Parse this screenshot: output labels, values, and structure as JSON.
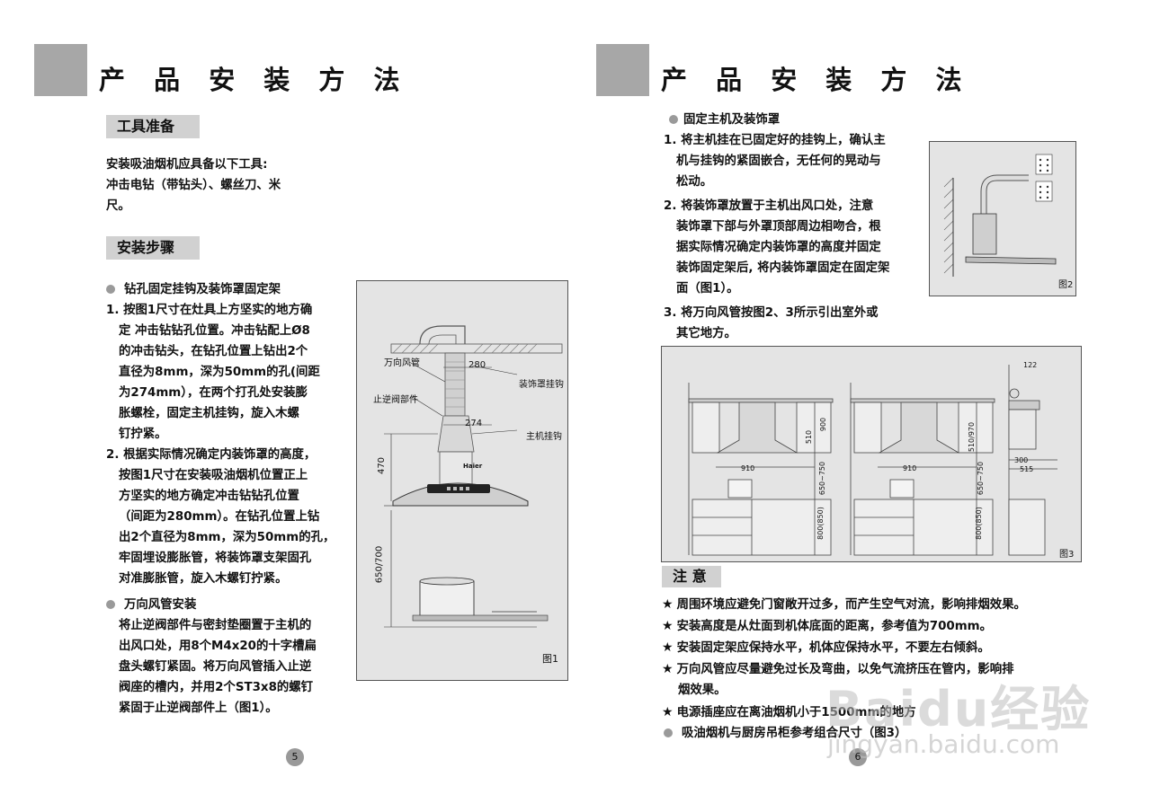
{
  "page_left": {
    "title": "产 品 安 装 方 法",
    "tools": {
      "heading": "工具准备",
      "lines": [
        "安装吸油烟机应具备以下工具:",
        "冲击电钻（带钻头）、螺丝刀、米",
        "尺。"
      ]
    },
    "steps": {
      "heading": "安装步骤",
      "sub1_title": "钻孔固定挂钩及装饰罩固定架",
      "sub1_lines": [
        "1. 按图1尺寸在灶具上方坚实的地方确",
        "定 冲击钻钻孔位置。冲击钻配上Ø8",
        "的冲击钻头，在钻孔位置上钻出2个",
        "直径为8mm，深为50mm的孔(间距",
        "为274mm），在两个打孔处安装膨",
        "胀螺栓，固定主机挂钩，旋入木螺",
        "钉拧紧。",
        "2. 根据实际情况确定内装饰罩的高度，",
        "按图1尺寸在安装吸油烟机位置正上",
        "方坚实的地方确定冲击钻钻孔位置",
        "（间距为280mm）。在钻孔位置上钻",
        "出2个直径为8mm，深为50mm的孔，",
        "牢固埋设膨胀管，将装饰罩支架固孔",
        "对准膨胀管，旋入木螺钉拧紧。"
      ],
      "sub2_title": "万向风管安装",
      "sub2_lines": [
        "将止逆阀部件与密封垫圈置于主机的",
        "出风口处，用8个M4x20的十字槽扁",
        "盘头螺钉紧固。将万向风管插入止逆",
        "阀座的槽内，并用2个ST3x8的螺钉",
        "紧固于止逆阀部件上（图1）。"
      ]
    },
    "figure1": {
      "caption": "图1",
      "labels": {
        "duct": "万向风管",
        "valve": "止逆阀部件",
        "cover_hook": "装饰罩挂钩",
        "main_hook": "主机挂钩",
        "dim_280": "280",
        "dim_274": "274",
        "dim_470": "470",
        "dim_650": "650/700",
        "brand": "Haier"
      }
    },
    "page_number": "5"
  },
  "page_right": {
    "title": "产 品 安 装 方 法",
    "fix_title": "固定主机及装饰罩",
    "fix_lines": [
      "1. 将主机挂在已固定好的挂钩上，确认主",
      "机与挂钩的紧固嵌合，无任何的晃动与",
      "松动。",
      "2. 将装饰罩放置于主机出风口处，注意",
      "装饰罩下部与外罩顶部周边相吻合，根",
      "据实际情况确定内装饰罩的高度并固定",
      "装饰固定架后, 将内装饰罩固定在固定架",
      "面（图1）。",
      "3. 将万向风管按图2、3所示引出室外或",
      "其它地方。"
    ],
    "figure2": {
      "caption": "图2"
    },
    "figure3": {
      "caption": "图3",
      "labels": {
        "dim_910a": "910",
        "dim_910b": "910",
        "dim_510a": "510",
        "dim_510b": "510/970",
        "dim_900": "900",
        "dim_650a": "650~750",
        "dim_650b": "650~750",
        "dim_800a": "800(850)",
        "dim_800b": "800(850)",
        "dim_122": "122",
        "dim_300": "300",
        "dim_515": "515"
      }
    },
    "notes": {
      "heading": "注  意",
      "star": "★",
      "items": [
        "周围环境应避免门窗敞开过多，而产生空气对流，影响排烟效果。",
        "安装高度是从灶面到机体底面的距离，参考值为700mm。",
        "安装固定架应保持水平，机体应保持水平，不要左右倾斜。",
        "万向风管应尽量避免过长及弯曲，以免气流挤压在管内，影响排",
        "电源插座应在离油烟机小于1500mm的地方"
      ],
      "item4_cont": "烟效果。",
      "last_bullet": "吸油烟机与厨房吊柜参考组合尺寸（图3）"
    },
    "page_number": "6"
  },
  "watermark": {
    "brand": "Baidu经验",
    "url": "jingyan.baidu.com"
  },
  "colors": {
    "title_block": "#a7a7a7",
    "section_bg": "#d1d1d1",
    "figure_bg": "#e4e4e4"
  }
}
